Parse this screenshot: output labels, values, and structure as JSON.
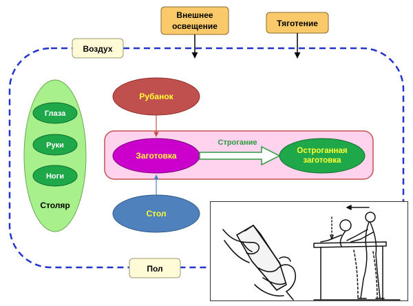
{
  "environment": {
    "external_lighting": "Внешнее освещение",
    "gravity": "Тяготение",
    "air": "Воздух",
    "floor": "Пол"
  },
  "carpenter": {
    "label": "Столяр",
    "parts": [
      "Глаза",
      "Руки",
      "Ноги"
    ]
  },
  "process": {
    "tool": "Рубанок",
    "workpiece": "Заготовка",
    "table": "Стол",
    "action": "Строгание",
    "result_line1": "Остроганная",
    "result_line2": "заготовка"
  },
  "colors": {
    "env_box_fill": "#f9c96a",
    "env_box_stroke": "#8a6a2a",
    "boundary_dash": "#2233cc",
    "carpenter_fill": "#a8f08c",
    "part_fill": "#1fa84a",
    "tool_fill": "#c0504d",
    "workpiece_fill": "#cc00cc",
    "table_fill": "#4f81bd",
    "result_fill": "#1fa84a",
    "process_band_fill": "#ffd3ee",
    "process_band_stroke": "#c0504d",
    "arrow_green": "#2e9a40",
    "text_yellow": "#ffff33",
    "air_floor_fill": "#fffbd6"
  },
  "icons": [
    "planing-hand-illustration",
    "carpenter-at-workbench-illustration"
  ]
}
